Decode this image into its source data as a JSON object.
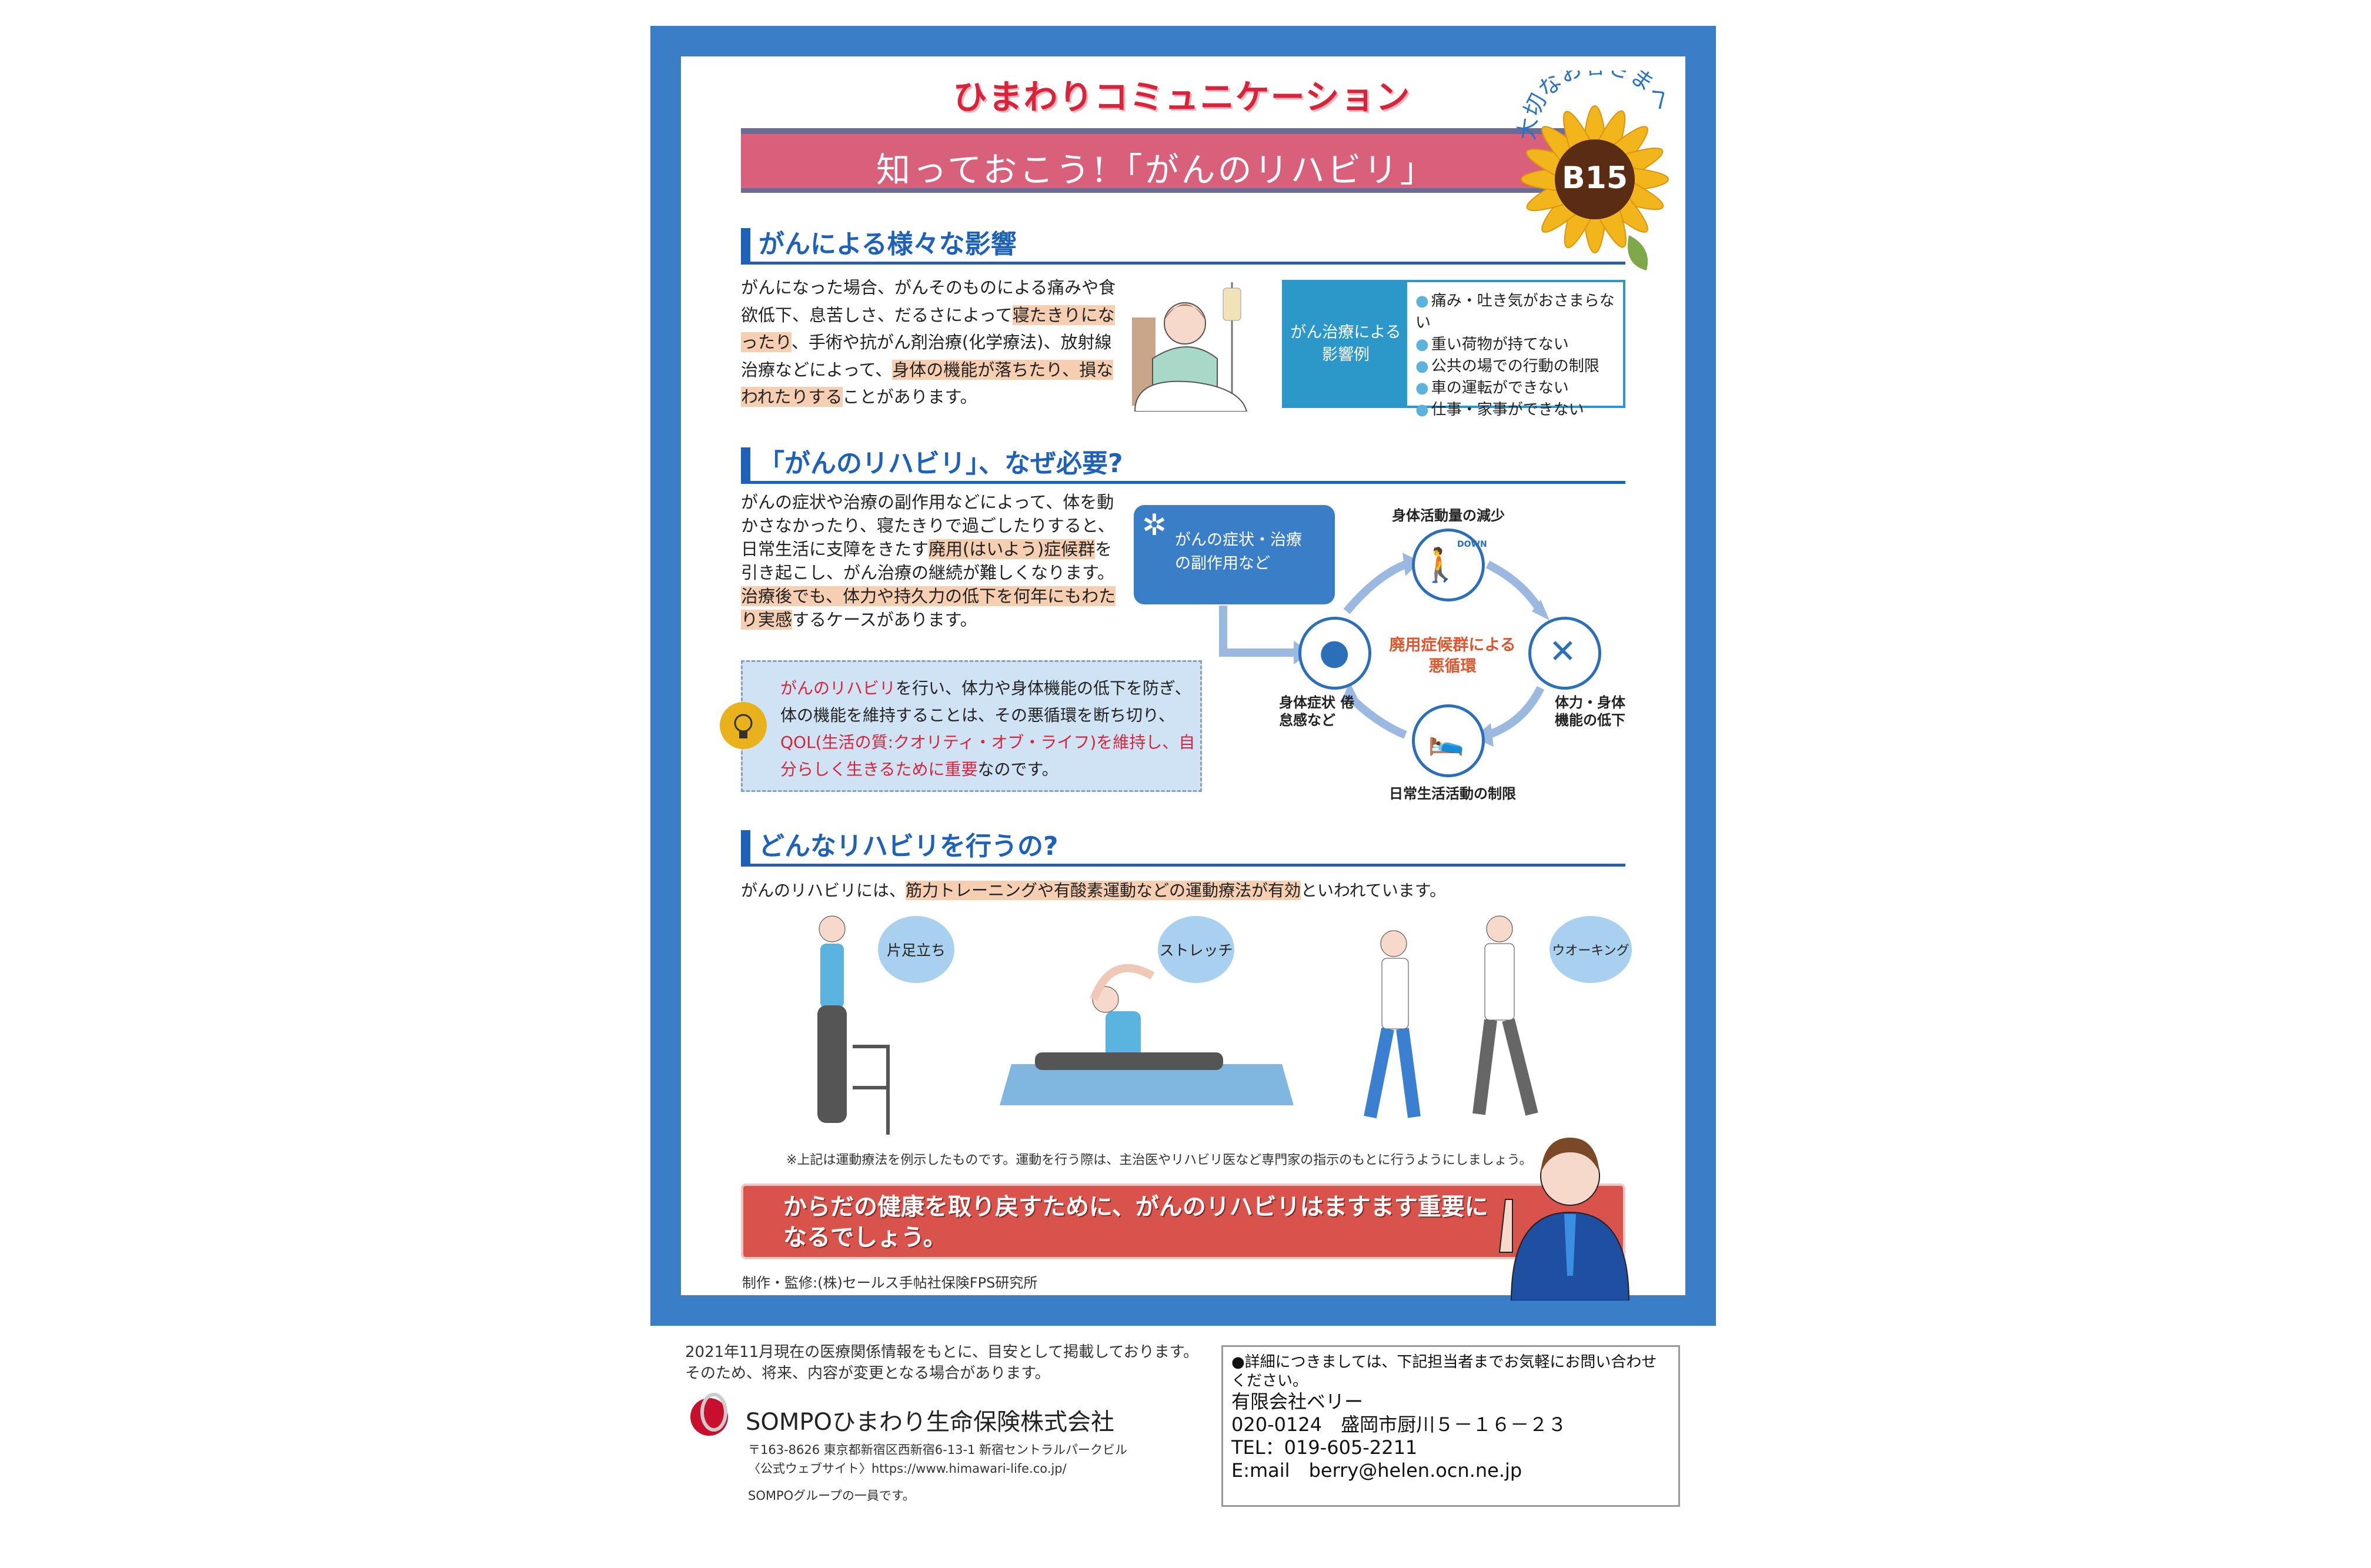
{
  "header": {
    "series_title": "ひまわりコミュニケーション",
    "main_title": "知っておこう!「がんのリハビリ」",
    "badge_arc": "大切なお客さまへ",
    "badge_code": "B15"
  },
  "s1": {
    "heading": "がんによる様々な影響",
    "para": [
      "がんになった場合、がんそのものによる痛みや食欲低下、息苦しさ、だるさによって",
      "寝たきりになったり",
      "、手術や抗がん剤治療(化学療法)、放射線治療などによって、",
      "身体の機能が落ちたり、損なわれたりする",
      "ことがあります。"
    ],
    "box_label": "がん治療による影響例",
    "box_items": [
      "痛み・吐き気がおさまらない",
      "重い荷物が持てない",
      "公共の場での行動の制限",
      "車の運転ができない",
      "仕事・家事ができない"
    ]
  },
  "s2": {
    "heading": "「がんのリハビリ」、なぜ必要?",
    "para": [
      "がんの症状や治療の副作用などによって、体を動かさなかったり、寝たきりで過ごしたりすると、日常生活に支障をきたす",
      "廃用(はいよう)症候群",
      "を引き起こし、がん治療の継続が難しくなります。",
      "治療後でも、体力や持久力の低下を何年にもわたり実感",
      "するケースがあります。"
    ],
    "callout": [
      "がんのリハビリ",
      "を行い、体力や身体機能の低下を防ぎ、体の機能を維持することは、その悪循環を断ち切り、",
      "QOL(生活の質:クオリティ・オブ・ライフ)を維持し、自分らしく生きるために重要",
      "なのです。"
    ],
    "diagram": {
      "cause": "がんの症状・治療の副作用など",
      "center": "廃用症候群による悪循環",
      "top": "身体活動量の減少",
      "right": "体力・身体機能の低下",
      "bottom": "日常生活活動の制限",
      "left": "身体症状 倦怠感など",
      "down_label": "DOWN"
    }
  },
  "s3": {
    "heading": "どんなリハビリを行うの?",
    "intro": [
      "がんのリハビリには、",
      "筋力トレーニングや有酸素運動などの運動療法が有効",
      "といわれています。"
    ],
    "exercises": [
      "片足立ち",
      "ストレッチ",
      "ウオーキング"
    ],
    "note": "※上記は運動療法を例示したものです。運動を行う際は、主治医やリハビリ医など専門家の指示のもとに行うようにしましょう。",
    "banner": [
      "からだの健康を取り戻すために、がんのリハビリはますます重要に",
      "なるでしょう。"
    ],
    "credit": "制作・監修:(株)セールス手帖社保険FPS研究所"
  },
  "footer": {
    "disclaimer": [
      "2021年11月現在の医療関係情報をもとに、目安として掲載しております。",
      "そのため、将来、内容が変更となる場合があります。"
    ],
    "company": "SOMPOひまわり生命保険株式会社",
    "address": "〒163-8626 東京都新宿区西新宿6-13-1 新宿セントラルパークビル",
    "website": "〈公式ウェブサイト〉https://www.himawari-life.co.jp/",
    "group": "SOMPOグループの一員です。"
  },
  "contact": {
    "intro": "●詳細につきましては、下記担当者までお気軽にお問い合わせください。",
    "name": "有限会社ベリー",
    "address": "020-0124　盛岡市厨川５－１６－２３",
    "tel": "TEL：019-605-2211",
    "email": "E:mail　berry@helen.ocn.ne.jp"
  },
  "colors": {
    "frame": "#3b7ec8",
    "accent_red": "#d8243a",
    "heading_blue": "#1d62b8",
    "highlight": "#f6cfb2"
  }
}
